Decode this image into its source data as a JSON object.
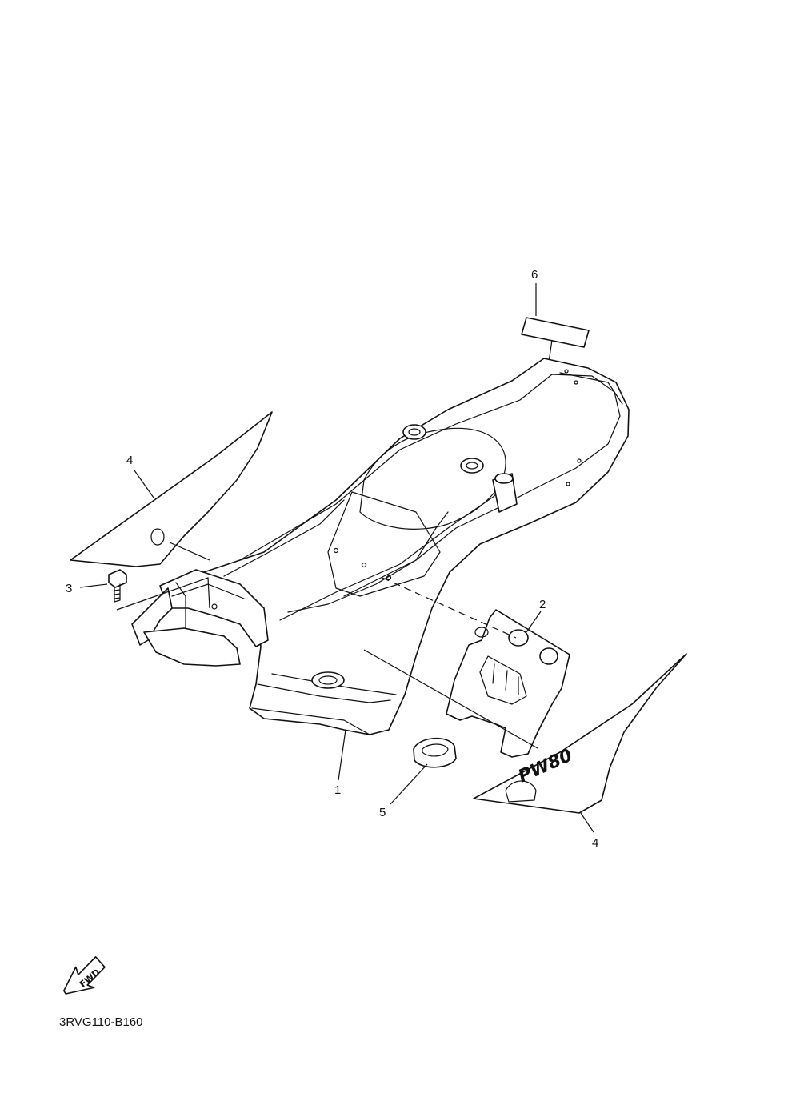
{
  "callouts": {
    "part_1": "1",
    "part_2": "2",
    "part_3": "3",
    "part_4_left": "4",
    "part_4_right": "4",
    "part_5": "5",
    "part_6": "6"
  },
  "decal_text": "PW80",
  "direction_arrow_label": "FWD",
  "diagram_code": "3RVG110-B160",
  "colors": {
    "line": "#111111",
    "background": "#ffffff"
  }
}
